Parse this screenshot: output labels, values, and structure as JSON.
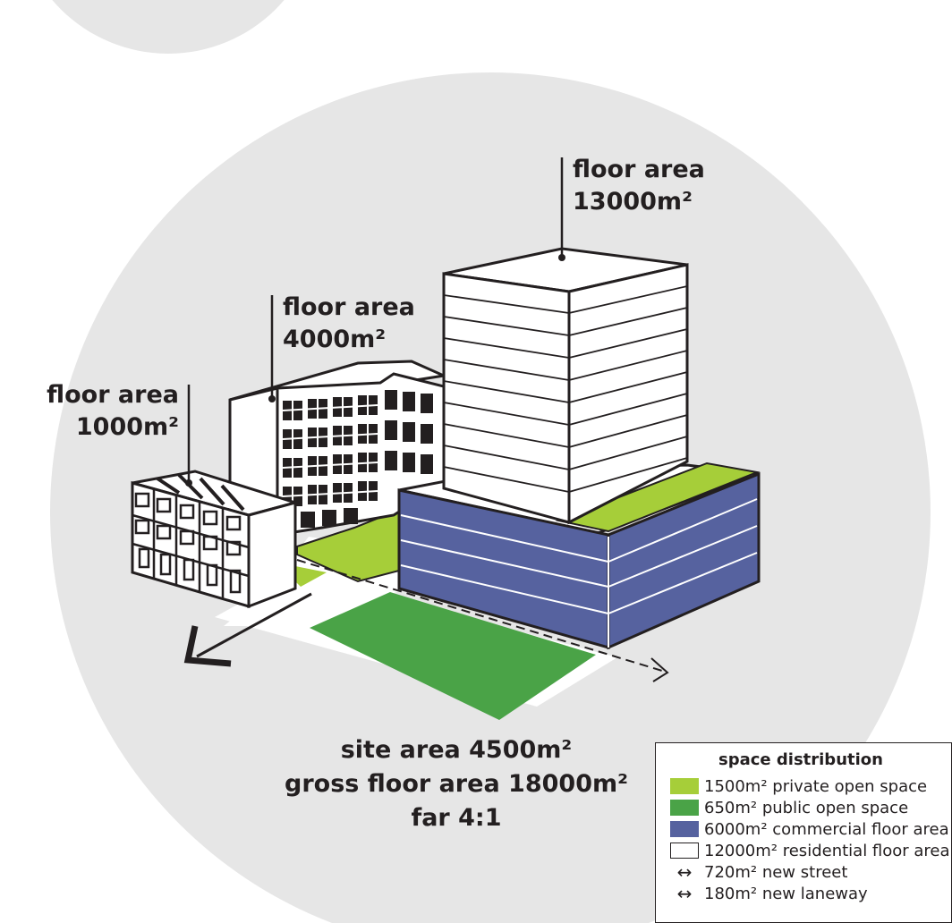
{
  "labels": {
    "small": [
      "floor area",
      "1000m²"
    ],
    "mid": [
      "floor area",
      "4000m²"
    ],
    "tower": [
      "floor area",
      "13000m²"
    ],
    "site": [
      "site area 4500m²",
      "gross floor area 18000m²",
      "far 4:1"
    ]
  },
  "legend": {
    "title": "space distribution",
    "items": [
      {
        "text": "1500m² private open space",
        "symbol": "swatch",
        "color": "#a6ce39"
      },
      {
        "text": "650m²  public open space",
        "symbol": "swatch",
        "color": "#4aa347"
      },
      {
        "text": "6000m² commercial floor area",
        "symbol": "swatch",
        "color": "#56629f"
      },
      {
        "text": "12000m² residential floor area",
        "symbol": "swatch",
        "color": "#ffffff"
      },
      {
        "text": "720m² new street",
        "symbol": "↔"
      },
      {
        "text": "180m² new laneway",
        "symbol": "↔"
      }
    ]
  },
  "colors": {
    "circle": "#e6e6e6",
    "private_green": "#a6ce39",
    "public_green": "#4aa347",
    "commercial_blue": "#56629f",
    "outline": "#231f20"
  }
}
